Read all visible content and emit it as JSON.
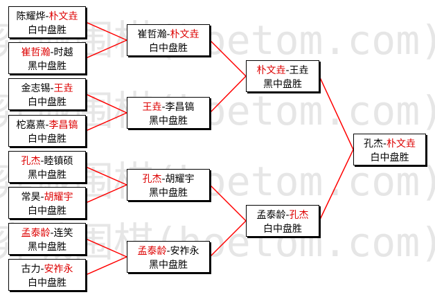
{
  "watermark": {
    "text": "弈城围棋(hoetom.com)",
    "color": "#e6e6e6"
  },
  "colors": {
    "winner": "#dd0000",
    "line": "#ff0000",
    "text": "#000000"
  },
  "rounds": {
    "r1": [
      {
        "p1": "陈耀烨",
        "p2": "朴文垚",
        "winner": 2,
        "result": "白中盘胜"
      },
      {
        "p1": "崔哲瀚",
        "p2": "时越",
        "winner": 1,
        "result": "黑中盘胜"
      },
      {
        "p1": "金志锡",
        "p2": "王垚",
        "winner": 2,
        "result": "白中盘胜"
      },
      {
        "p1": "柁嘉熹",
        "p2": "李昌镐",
        "winner": 2,
        "result": "白中盘胜"
      },
      {
        "p1": "孔杰",
        "p2": "睦镇硕",
        "winner": 1,
        "result": "黑中盘胜"
      },
      {
        "p1": "常昊",
        "p2": "胡耀宇",
        "winner": 2,
        "result": "白中盘胜"
      },
      {
        "p1": "孟泰龄",
        "p2": "连笑",
        "winner": 1,
        "result": "黑中盘胜"
      },
      {
        "p1": "古力",
        "p2": "安祚永",
        "winner": 2,
        "result": "白中盘胜"
      }
    ],
    "r2": [
      {
        "p1": "崔哲瀚",
        "p2": "朴文垚",
        "winner": 2,
        "result": "白中盘胜"
      },
      {
        "p1": "王垚",
        "p2": "李昌镐",
        "winner": 1,
        "result": "黑中盘胜"
      },
      {
        "p1": "孔杰",
        "p2": "胡耀宇",
        "winner": 1,
        "result": "黑中盘胜"
      },
      {
        "p1": "孟泰龄",
        "p2": "安祚永",
        "winner": 1,
        "result": "黑中盘胜"
      }
    ],
    "r3": [
      {
        "p1": "朴文垚",
        "p2": "王垚",
        "winner": 1,
        "result": "黑中盘胜"
      },
      {
        "p1": "孟泰龄",
        "p2": "孔杰",
        "winner": 2,
        "result": "白中盘胜"
      }
    ],
    "final": [
      {
        "p1": "孔杰",
        "p2": "朴文垚",
        "winner": 2,
        "result": "白中盘胜"
      }
    ]
  }
}
